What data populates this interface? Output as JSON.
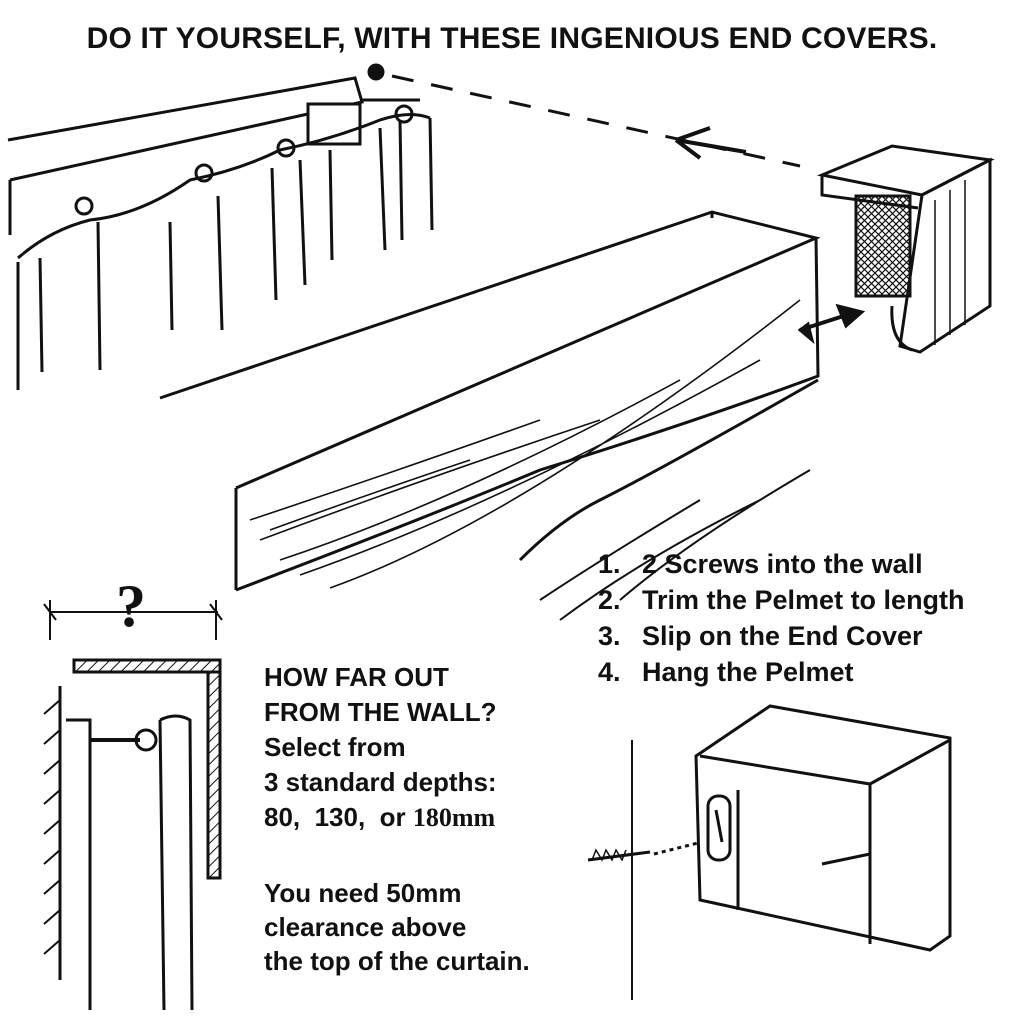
{
  "title": "DO IT YOURSELF, WITH THESE INGENIOUS END COVERS.",
  "steps": [
    {
      "num": "1.",
      "text": "2 Screws into the wall"
    },
    {
      "num": "2.",
      "text": "Trim the Pelmet to length"
    },
    {
      "num": "3.",
      "text": "Slip on the End Cover"
    },
    {
      "num": "4.",
      "text": "Hang the Pelmet"
    }
  ],
  "question": {
    "line1": "HOW FAR OUT",
    "line2": "FROM THE WALL?",
    "line3": "Select from",
    "line4": "3 standard depths:",
    "depth_part": "80,  130,  or ",
    "depth_last": "180",
    "depth_unit": "mm"
  },
  "clearance": {
    "line1": "You need 50mm",
    "line2": "clearance above",
    "line3": "the top of the curtain."
  },
  "dimension_mark": "?"
}
